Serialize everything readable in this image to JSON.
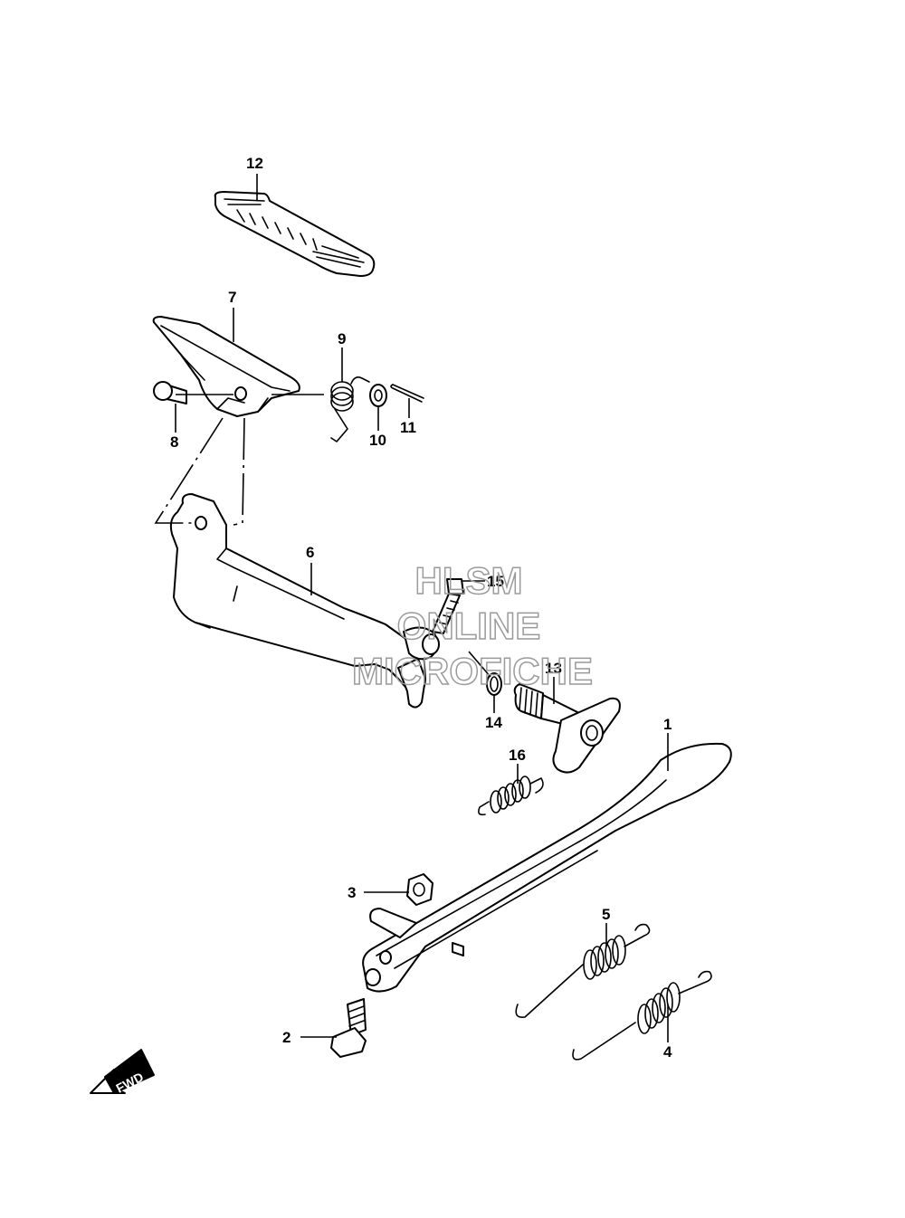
{
  "diagram": {
    "callouts": {
      "c1": "1",
      "c2": "2",
      "c3": "3",
      "c4": "4",
      "c5": "5",
      "c6": "6",
      "c7": "7",
      "c8": "8",
      "c9": "9",
      "c10": "10",
      "c11": "11",
      "c12": "12",
      "c13": "13",
      "c14": "14",
      "c15": "15",
      "c16": "16"
    },
    "fwd_label": "FWD",
    "watermark": {
      "line1": "HLSM",
      "line2": "ONLINE",
      "line3": "MICROFICHE"
    }
  }
}
